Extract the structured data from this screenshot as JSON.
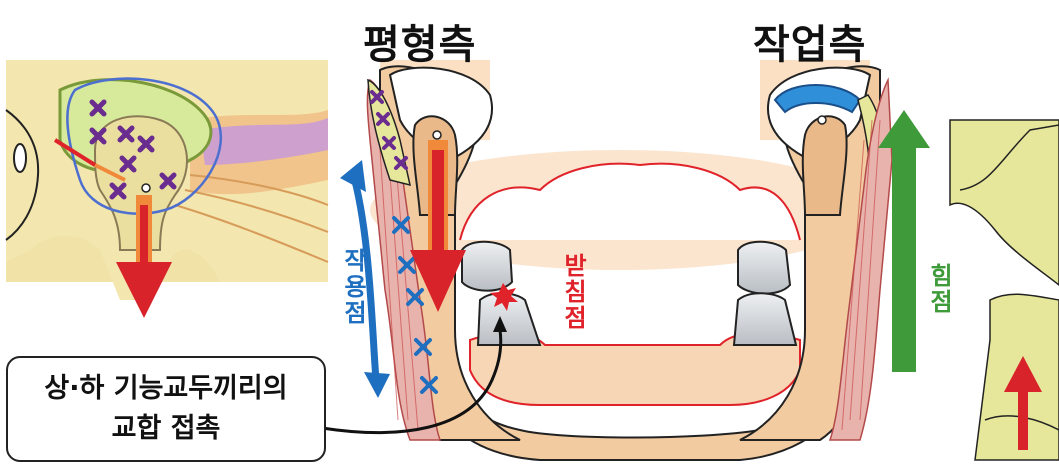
{
  "titles": {
    "balancing_side": "평형측",
    "working_side": "작업측"
  },
  "labels": {
    "action_point": "작용점",
    "fulcrum": "받침점",
    "effort_point": "힘점"
  },
  "callout": {
    "line1": "상·하 기능교두끼리의",
    "line2": "교합 접촉"
  },
  "colors": {
    "action_blue": "#1f6fc0",
    "fulcrum_red": "#e0232a",
    "effort_green": "#3f9a3a",
    "force_arrow_red": "#d8232a",
    "muscle_x_purple": "#6a2c8f",
    "bone_tan": "#f2cba0",
    "tissue_yellow": "#e6e79a"
  }
}
